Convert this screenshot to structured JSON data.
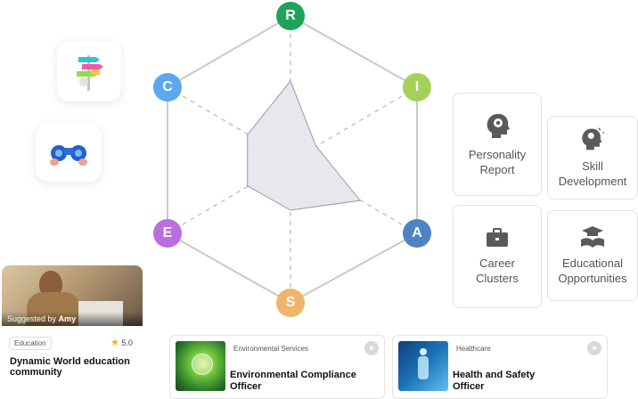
{
  "radar": {
    "nodes": [
      {
        "letter": "R",
        "color": "#1fa35a"
      },
      {
        "letter": "I",
        "color": "#a6d05a"
      },
      {
        "letter": "A",
        "color": "#4f83c4"
      },
      {
        "letter": "S",
        "color": "#f0b46b"
      },
      {
        "letter": "E",
        "color": "#bb6ee0"
      },
      {
        "letter": "C",
        "color": "#5aa8f0"
      }
    ],
    "profile": {
      "R": 0.55,
      "I": 0.2,
      "A": 0.55,
      "S": 0.35,
      "E": 0.35,
      "C": 0.35
    }
  },
  "features": [
    {
      "label_line1": "Personality",
      "label_line2": "Report",
      "icon": "head-gear-icon"
    },
    {
      "label_line1": "Skill",
      "label_line2": "Development",
      "icon": "head-bulb-icon"
    },
    {
      "label_line1": "Career",
      "label_line2": "Clusters",
      "icon": "briefcase-icon"
    },
    {
      "label_line1": "Educational",
      "label_line2": "Opportunities",
      "icon": "book-cap-icon"
    }
  ],
  "community_card": {
    "suggested_by_prefix": "Suggested by",
    "suggested_by_name": "Amy",
    "tag": "Education",
    "rating": "5.0",
    "title_line1": "Dynamic World education",
    "title_line2": "community"
  },
  "jobs": [
    {
      "tag": "Environmental Services",
      "title_line1": "Environmental Compliance",
      "title_line2": "Officer"
    },
    {
      "tag": "Healthcare",
      "title_line1": "Health and Safety",
      "title_line2": "Officer"
    }
  ]
}
